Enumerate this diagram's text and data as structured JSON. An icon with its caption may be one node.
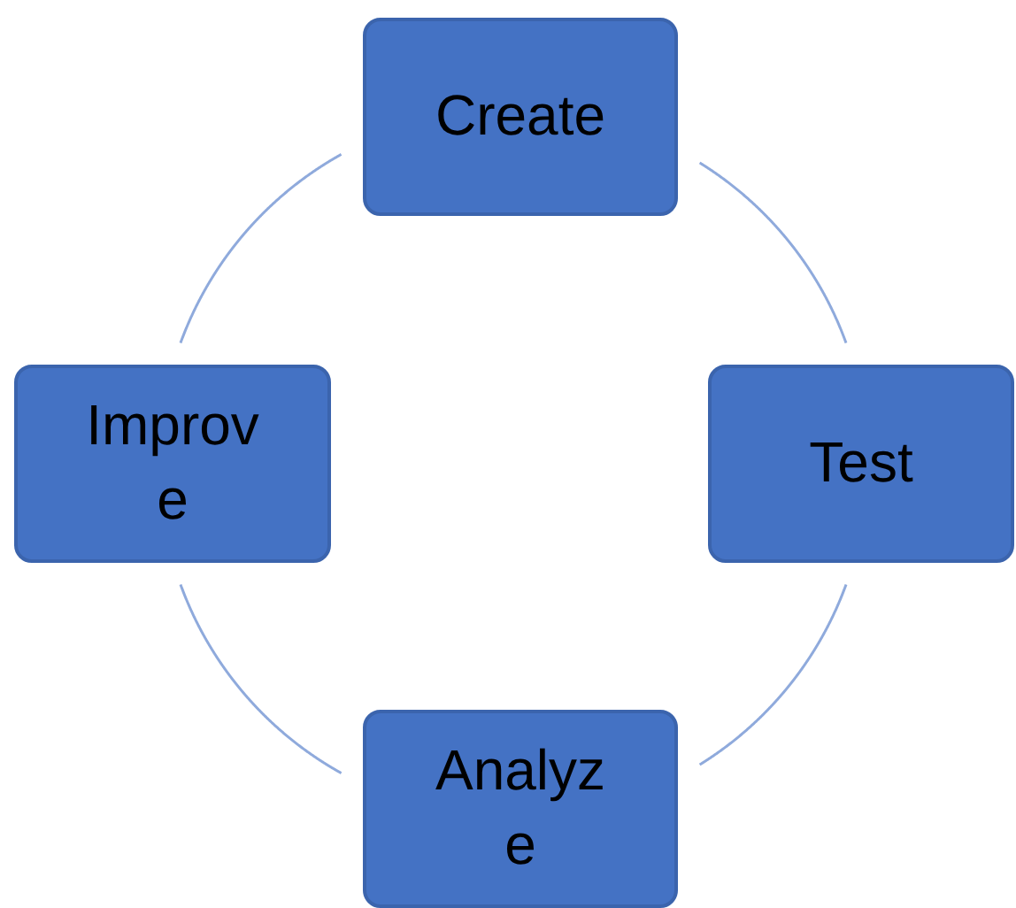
{
  "diagram": {
    "nodes": [
      {
        "text": [
          "Create"
        ]
      },
      {
        "text": [
          "Test"
        ]
      },
      {
        "text": [
          "Analyze"
        ]
      },
      {
        "text": [
          "Improve"
        ]
      }
    ],
    "edges": [
      {
        "from": 0,
        "to": 1,
        "arrow": "none"
      },
      {
        "from": 1,
        "to": 2,
        "arrow": "none"
      },
      {
        "from": 2,
        "to": 3,
        "arrow": "none"
      },
      {
        "from": 3,
        "to": 0,
        "arrow": "none"
      }
    ]
  }
}
